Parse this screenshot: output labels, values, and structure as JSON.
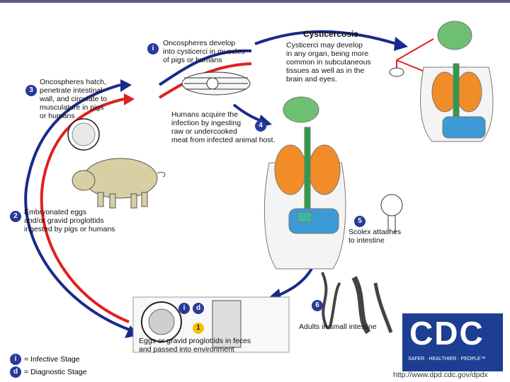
{
  "steps": {
    "s1": {
      "number": "1",
      "text": "Eggs or gravid proglottids in feces\nand passed into environment"
    },
    "s2": {
      "number": "2",
      "text": "Embryonated eggs\nand/or gravid proglottids\ningested by pigs or humans"
    },
    "s3": {
      "number": "3",
      "text": "Oncospheres hatch,\npenetrate intestinal\nwall, and circulate to\nmusculature in pigs\nor humans"
    },
    "s4": {
      "number": "4",
      "text": "Humans acquire the\ninfection by ingesting\nraw or undercooked\nmeat from infected animal host."
    },
    "s5": {
      "number": "5",
      "text": "Scolex attaches\nto intestine"
    },
    "s6": {
      "number": "6",
      "text": "Adults in small intestine"
    },
    "onco": {
      "text": "Oncospheres develop\ninto cysticerci in muscles\nof pigs or humans"
    }
  },
  "cysticercosis": {
    "title": "Cysticercosis",
    "text": "Cysticerci may develop\nin any organ, being more\ncommon in subcutaneous\ntissues as well as in the\nbrain and eyes."
  },
  "badges": {
    "infective": "i",
    "diagnostic": "d"
  },
  "legend": {
    "infective": {
      "symbol": "i",
      "label": "= Infective Stage"
    },
    "diagnostic": {
      "symbol": "d",
      "label": "= Diagnostic Stage"
    }
  },
  "logo": {
    "text": "CDC",
    "tagline": "SAFER · HEALTHIER · PEOPLE™"
  },
  "url": "http://www.dpd.cdc.gov/dpdx",
  "colors": {
    "arrow_blue": "#1a2a8a",
    "arrow_red": "#e02020",
    "badge_blue": "#2a3a9a",
    "badge_yellow": "#f2c200",
    "cdc_blue": "#1c3f94"
  }
}
